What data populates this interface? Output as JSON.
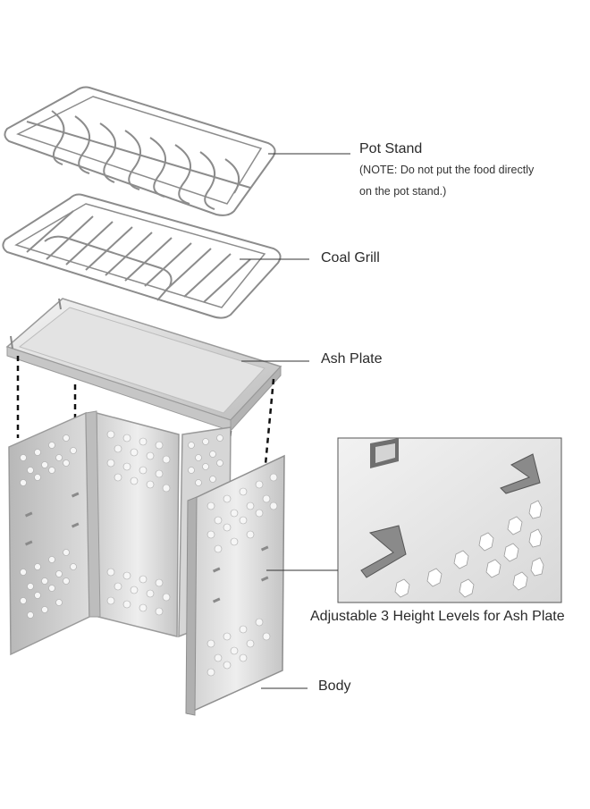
{
  "labels": {
    "pot_stand": "Pot Stand",
    "pot_stand_note_line1": "(NOTE: Do not put the food directly",
    "pot_stand_note_line2": "on the pot stand.)",
    "coal_grill": "Coal Grill",
    "ash_plate": "Ash Plate",
    "height_levels": "Adjustable 3 Height Levels for Ash Plate",
    "body": "Body"
  },
  "colors": {
    "metal_light": "#e9e9e9",
    "metal_mid": "#cfcfcf",
    "metal_dark": "#9a9a9a",
    "wire": "#8c8c8c",
    "leader_line": "#333333",
    "dash": "#111111"
  }
}
